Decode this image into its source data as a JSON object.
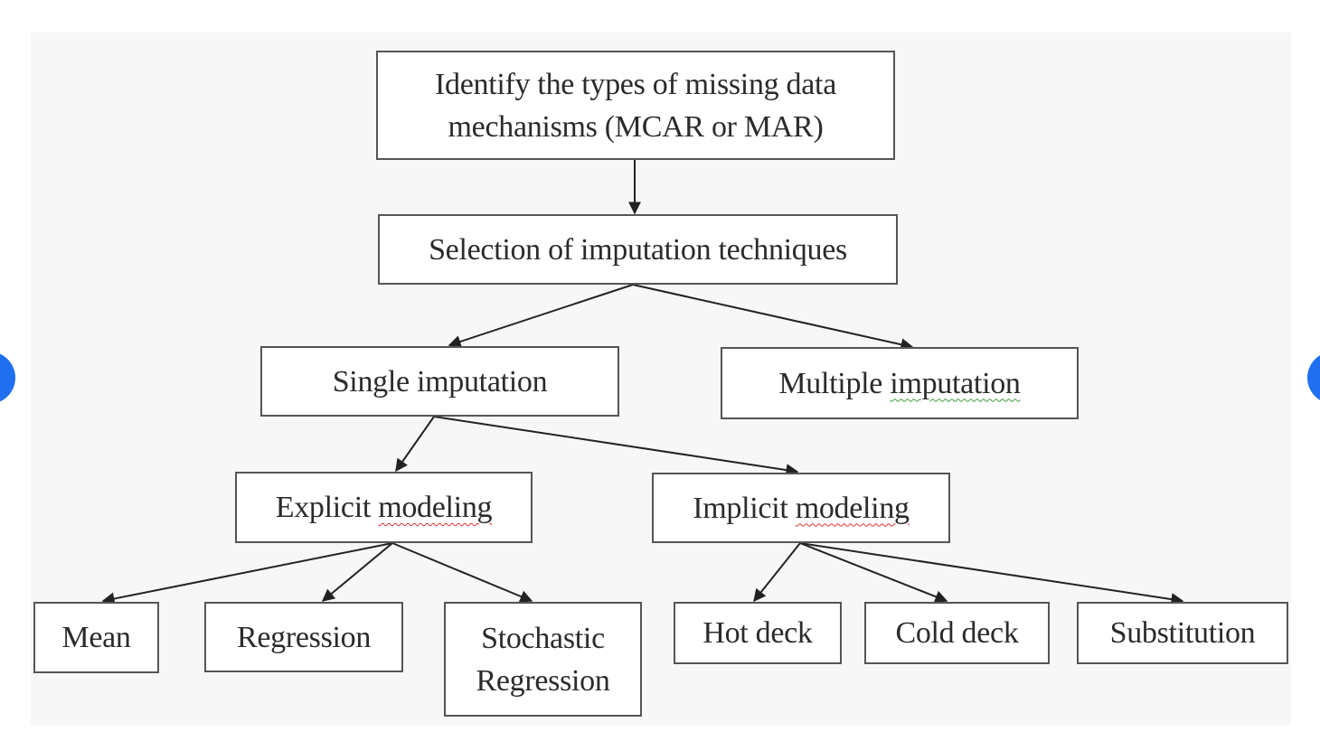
{
  "nodes": {
    "identify": {
      "line1": "Identify the types of missing data",
      "line2": "mechanisms (MCAR or MAR)"
    },
    "selection": "Selection of imputation techniques",
    "single": "Single imputation",
    "multiple": {
      "word1": "Multiple",
      "word2": "imputation"
    },
    "explicit": {
      "word1": "Explicit",
      "word2": "modeling"
    },
    "implicit": {
      "word1": "Implicit",
      "word2": "modeling"
    },
    "mean": "Mean",
    "regression": "Regression",
    "stochastic": {
      "line1": "Stochastic",
      "line2": "Regression"
    },
    "hot_deck": "Hot deck",
    "cold_deck": "Cold deck",
    "substitution": "Substitution"
  },
  "nav": {
    "left_icon": "previous-arrow-icon",
    "right_icon": "next-arrow-icon",
    "accent_color": "#1f6ff0"
  }
}
